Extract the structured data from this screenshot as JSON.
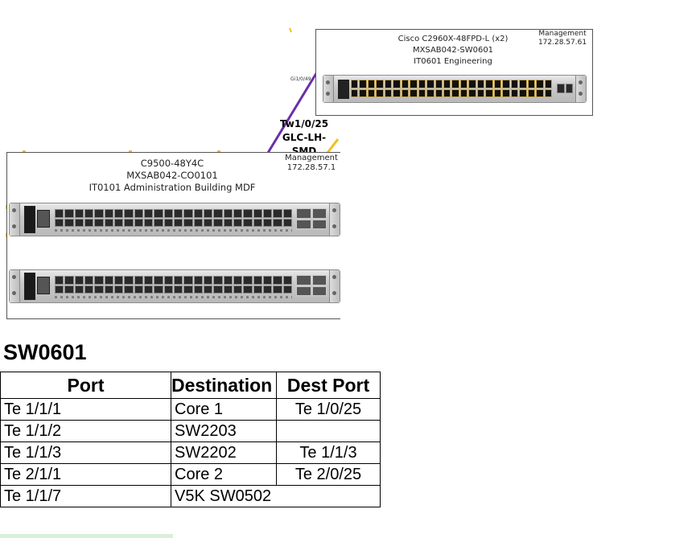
{
  "diagram": {
    "switch_top": {
      "model": "Cisco C2960X-48FPD-L (x2)",
      "hostname": "MXSAB042-SW0601",
      "location": "IT0601 Engineering",
      "mgmt_label": "Management",
      "mgmt_ip": "172.28.57.61",
      "uplink_port": "Gi1/0/49"
    },
    "switch_core": {
      "model": "C9500-48Y4C",
      "hostname": "MXSAB042-CO0101",
      "location": "IT0101 Administration Building MDF",
      "mgmt_label": "Management",
      "mgmt_ip": "172.28.57.1"
    },
    "link": {
      "port": "Tw1/0/25",
      "optic": "GLC-LH-SMD"
    },
    "colors": {
      "link_purple": "#6b2fa8",
      "link_yellow": "#f0c020"
    }
  },
  "table": {
    "title": "SW0601",
    "headers": [
      "Port",
      "Destination",
      "Dest Port"
    ],
    "rows": [
      [
        "Te 1/1/1",
        "Core 1",
        "Te 1/0/25"
      ],
      [
        "Te 1/1/2",
        "SW2203",
        ""
      ],
      [
        "Te 1/1/3",
        "SW2202",
        "Te 1/1/3"
      ],
      [
        "Te 2/1/1",
        "Core 2",
        "Te 2/0/25"
      ],
      [
        "Te 1/1/7",
        "V5K SW0502",
        ""
      ]
    ]
  }
}
